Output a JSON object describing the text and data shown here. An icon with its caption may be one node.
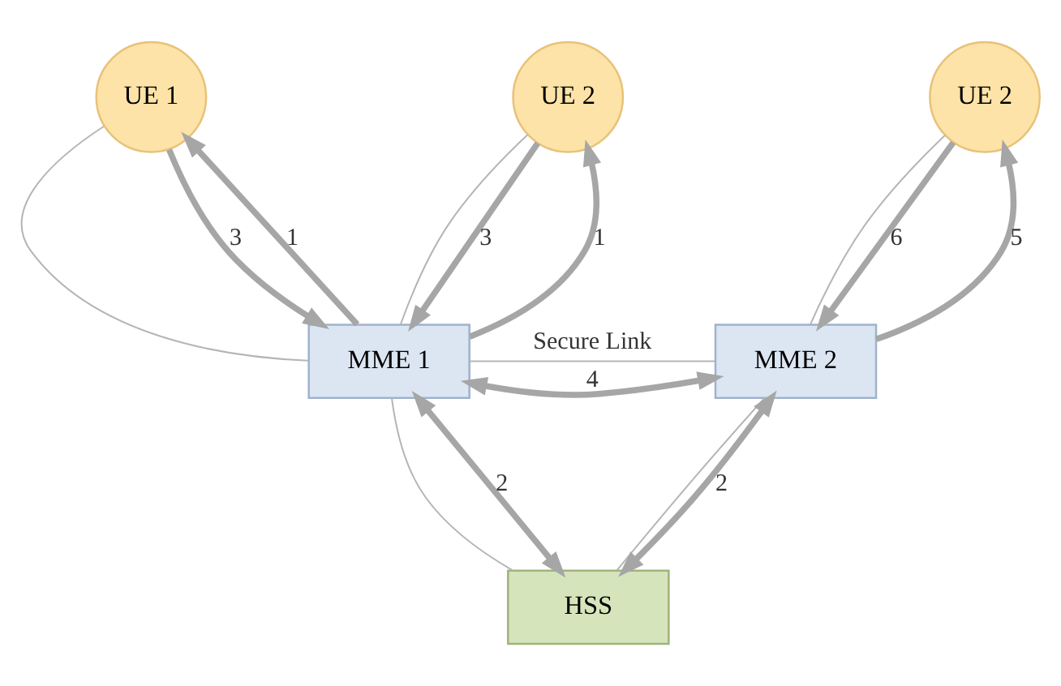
{
  "diagram": {
    "nodes": [
      {
        "text": [
          "UE 1"
        ]
      },
      {
        "text": [
          "UE 2"
        ]
      },
      {
        "text": [
          "UE 2"
        ]
      },
      {
        "text": [
          "MME 1"
        ]
      },
      {
        "text": [
          "MME 2"
        ]
      },
      {
        "text": [
          "HSS"
        ]
      }
    ],
    "edges": [
      {
        "from": 0,
        "to": 3,
        "arrow": "none"
      },
      {
        "from": 3,
        "to": 0,
        "arrow": "to",
        "label": "1"
      },
      {
        "from": 0,
        "to": 3,
        "arrow": "to",
        "label": "3"
      },
      {
        "from": 1,
        "to": 3,
        "arrow": "none"
      },
      {
        "from": 3,
        "to": 1,
        "arrow": "to",
        "label": "1"
      },
      {
        "from": 1,
        "to": 3,
        "arrow": "to",
        "label": "3"
      },
      {
        "from": 2,
        "to": 4,
        "arrow": "none"
      },
      {
        "from": 4,
        "to": 2,
        "arrow": "to",
        "label": "5"
      },
      {
        "from": 2,
        "to": 4,
        "arrow": "to",
        "label": "6"
      },
      {
        "from": 3,
        "to": 4,
        "arrow": "none",
        "label": "Secure Link"
      },
      {
        "from": 3,
        "to": 4,
        "arrow": "both",
        "label": "4"
      },
      {
        "from": 3,
        "to": 5,
        "arrow": "none"
      },
      {
        "from": 3,
        "to": 5,
        "arrow": "both",
        "label": "2"
      },
      {
        "from": 4,
        "to": 5,
        "arrow": "none"
      },
      {
        "from": 4,
        "to": 5,
        "arrow": "both",
        "label": "2"
      }
    ]
  }
}
